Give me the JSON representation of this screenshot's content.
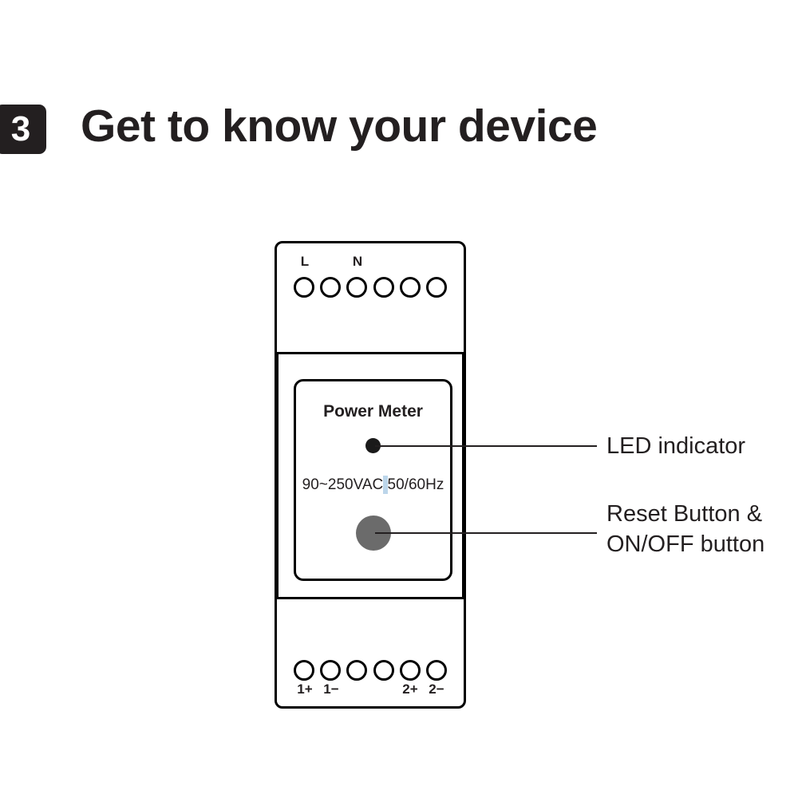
{
  "heading": {
    "step_number": "3",
    "title": "Get to know your device"
  },
  "device": {
    "panel_title": "Power Meter",
    "spec_prefix": "90~250VAC",
    "spec_selected": " ",
    "spec_suffix": "50/60Hz",
    "led_color": "#1a1a1a",
    "button_color": "#6b6b6b",
    "selection_highlight_color": "#bcd6ea",
    "top_terminals": {
      "count": 6,
      "labels": [
        {
          "text": "L",
          "index": 1
        },
        {
          "text": "N",
          "index": 3
        }
      ]
    },
    "bottom_terminals": {
      "count": 6,
      "labels": [
        {
          "text": "1+",
          "index": 1
        },
        {
          "text": "1−",
          "index": 2
        },
        {
          "text": "2+",
          "index": 5
        },
        {
          "text": "2−",
          "index": 6
        }
      ]
    }
  },
  "callouts": {
    "led": "LED indicator",
    "button_line1": "Reset Button &",
    "button_line2": "ON/OFF button"
  }
}
